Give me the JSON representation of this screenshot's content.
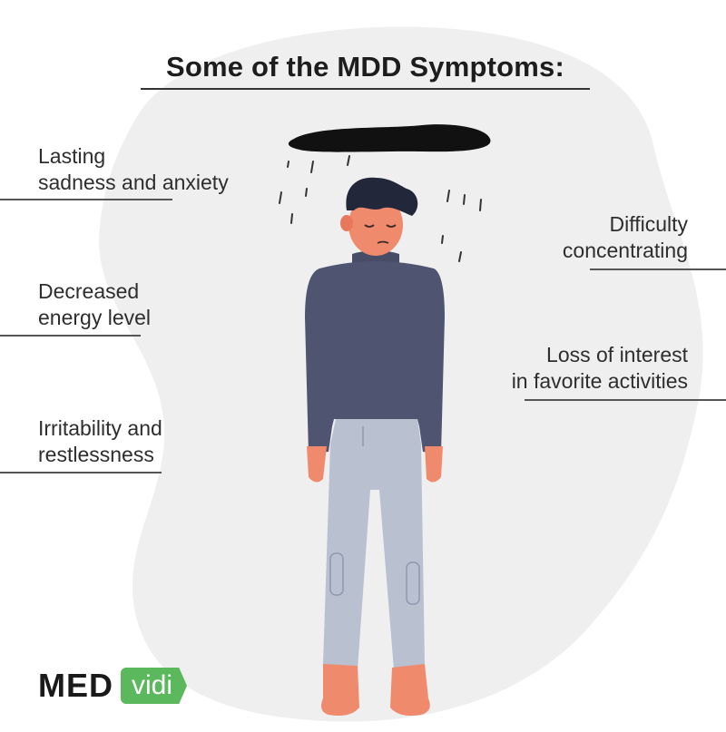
{
  "title": "Some of the MDD Symptoms:",
  "symptoms_left": [
    {
      "lines": [
        "Lasting",
        "sadness and anxiety"
      ]
    },
    {
      "lines": [
        "Decreased",
        "energy level"
      ]
    },
    {
      "lines": [
        "Irritability and",
        "restlessness"
      ]
    }
  ],
  "symptoms_right": [
    {
      "lines": [
        "Difficulty",
        "concentrating"
      ]
    },
    {
      "lines": [
        "Loss of interest",
        "in favorite activities"
      ]
    }
  ],
  "logo": {
    "part1": "MED",
    "part2": "vidi"
  },
  "colors": {
    "background_blob": "#efefef",
    "sweater": "#4f5570",
    "pants": "#b9c0d0",
    "skin": "#f08a6c",
    "hair": "#23273a",
    "cloud": "#111111",
    "logo_green": "#5cb85c"
  }
}
